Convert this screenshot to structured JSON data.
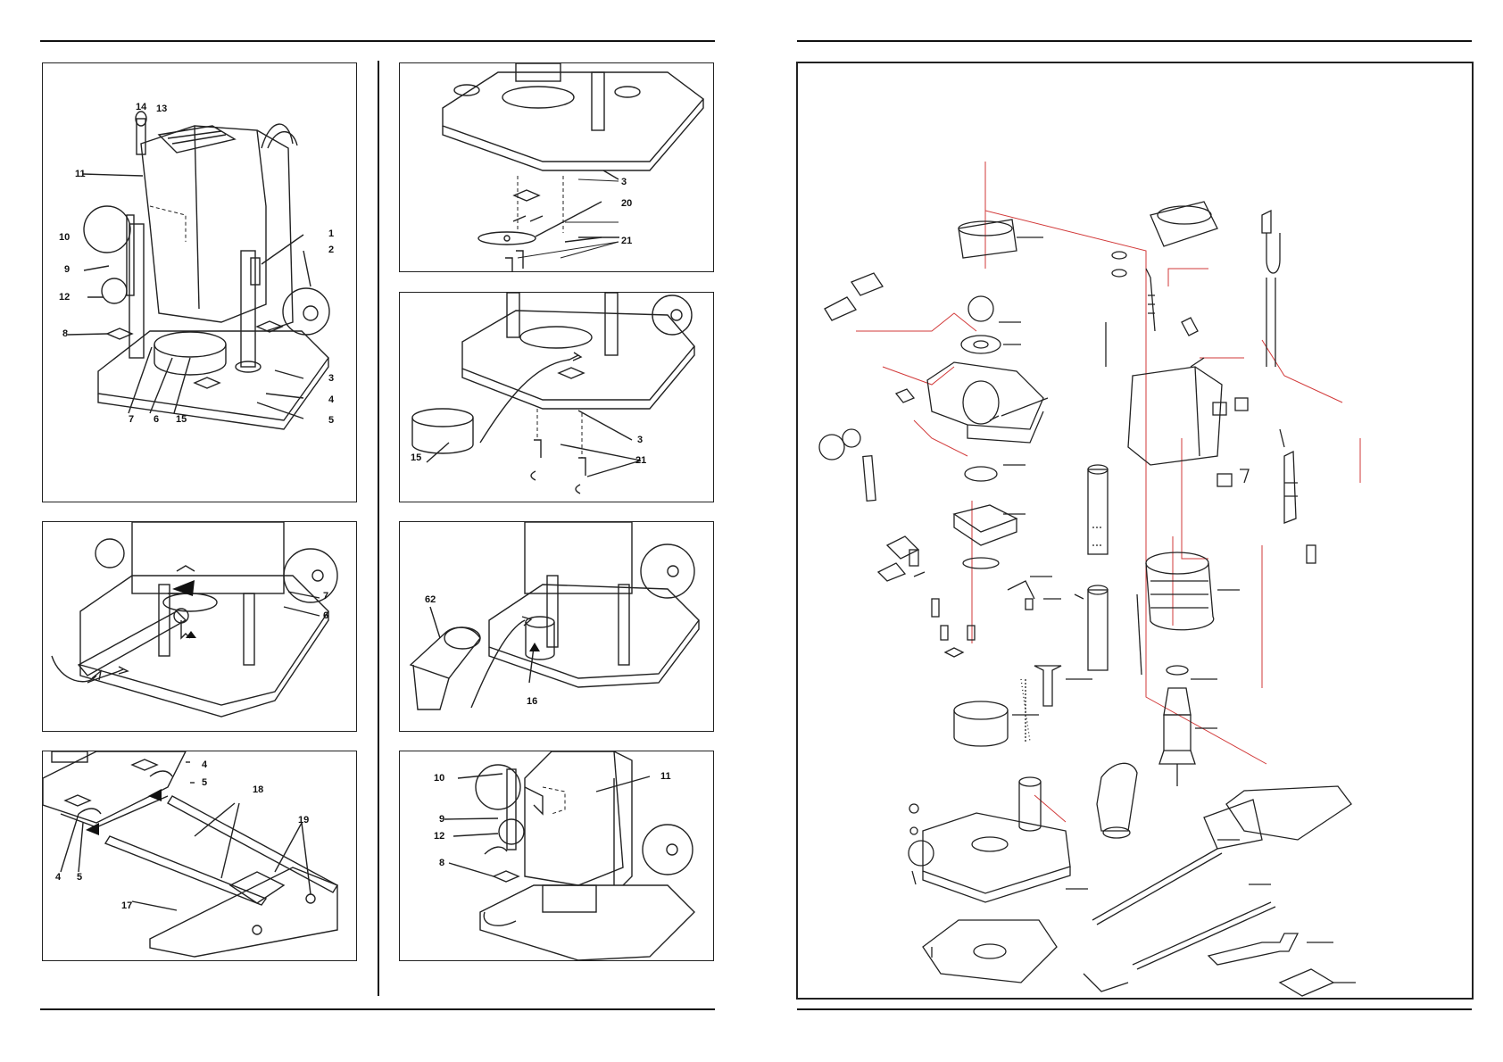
{
  "colors": {
    "line": "#222222",
    "explode_line": "#d23a3a",
    "paper": "#ffffff"
  },
  "panels": {
    "p1": {
      "labels": [
        "14",
        "13",
        "11",
        "10",
        "9",
        "12",
        "8",
        "1",
        "2",
        "3",
        "4",
        "5",
        "7",
        "6",
        "15"
      ]
    },
    "p2": {
      "labels": [
        "3",
        "20",
        "21"
      ]
    },
    "p3": {
      "labels": [
        "15",
        "3",
        "21"
      ]
    },
    "p4": {
      "labels": [
        "7",
        "6"
      ]
    },
    "p5": {
      "labels": [
        "62",
        "16"
      ]
    },
    "p6": {
      "labels": [
        "4",
        "5",
        "18",
        "19",
        "4",
        "5",
        "17"
      ]
    },
    "p7": {
      "labels": [
        "10",
        "11",
        "9",
        "12",
        "8"
      ]
    }
  },
  "exploded_view": {
    "icon": "exploded-parts-diagram"
  }
}
